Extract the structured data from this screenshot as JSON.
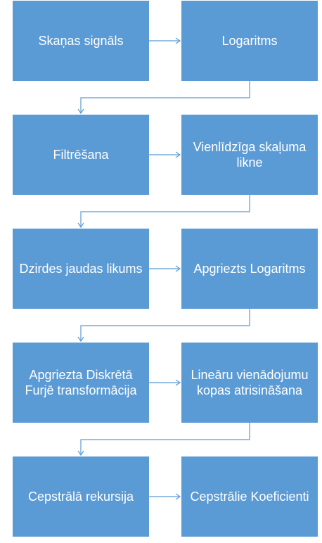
{
  "steps": [
    {
      "left": "Skaņas signāls",
      "right": "Logaritms"
    },
    {
      "left": "Filtrēšana",
      "right": "Vienlīdzīga skaļuma likne"
    },
    {
      "left": "Dzirdes jaudas likums",
      "right": "Apgriezts Logaritms"
    },
    {
      "left": "Apgriezta Diskrētā Furjē transformācija",
      "right": "Lineāru vienādojumu kopas atrisināšana"
    },
    {
      "left": "Cepstrālā rekursija",
      "right": "Cepstrālie Koeficienti"
    }
  ],
  "colors": {
    "box": "#5b9bd5",
    "connector": "#5b9bd5",
    "text": "#ffffff"
  }
}
